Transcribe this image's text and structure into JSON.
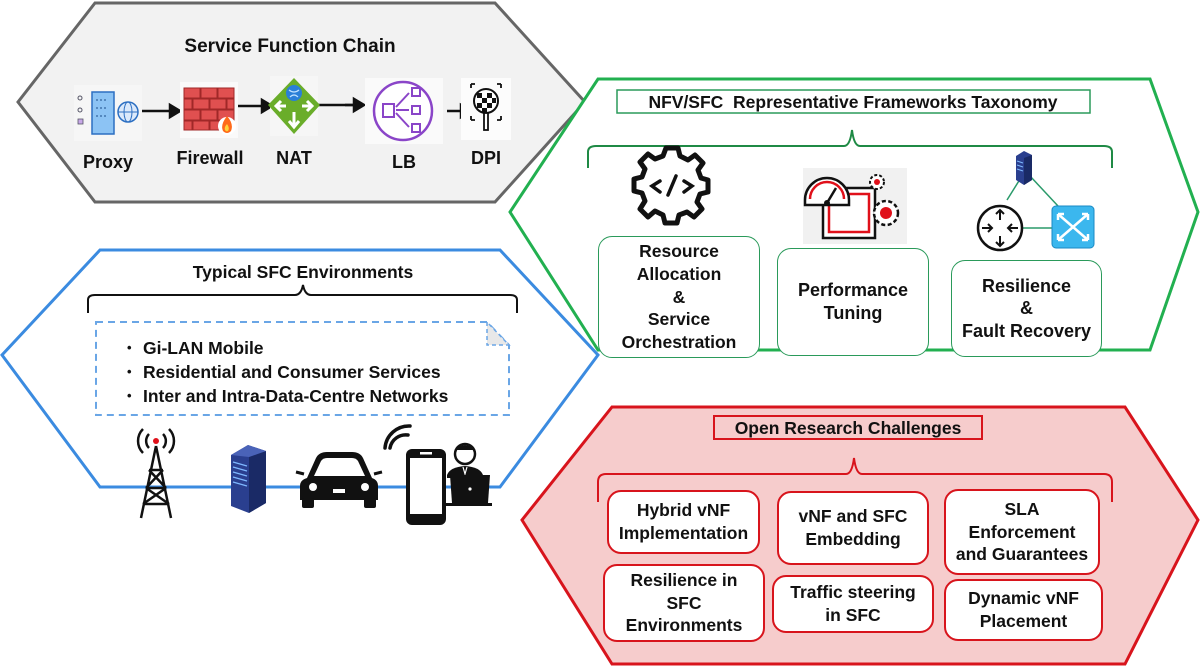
{
  "sfc_chain": {
    "title": "Service Function Chain",
    "functions": [
      {
        "label": "Proxy",
        "icon": "proxy-icon"
      },
      {
        "label": "Firewall",
        "icon": "firewall-icon"
      },
      {
        "label": "NAT",
        "icon": "nat-icon"
      },
      {
        "label": "LB",
        "icon": "load-balancer-icon"
      },
      {
        "label": "DPI",
        "icon": "deep-packet-inspection-icon"
      }
    ],
    "border_color": "#666666",
    "fill_color": "#f2f2f2"
  },
  "taxonomy": {
    "title": "NFV/SFC  Representative Frameworks Taxonomy",
    "categories": [
      {
        "label": "Resource\nAllocation\n&\nService\nOrchestration",
        "icon": "code-gear-icon"
      },
      {
        "label": "Performance\nTuning",
        "icon": "performance-gauge-icon"
      },
      {
        "label": "Resilience\n&\nFault Recovery",
        "icon": "network-topology-icon"
      }
    ],
    "border_color": "#22b050"
  },
  "environments": {
    "title": "Typical SFC Environments",
    "items": [
      "Gi-LAN Mobile",
      "Residential and Consumer Services",
      "Inter and Intra-Data-Centre Networks"
    ],
    "icons": [
      "cell-tower-icon",
      "server-icon",
      "car-icon",
      "mobile-user-icon"
    ],
    "border_color": "#3b8be0"
  },
  "challenges": {
    "title": "Open Research Challenges",
    "items": [
      "Hybrid vNF\nImplementation",
      "vNF and SFC\nEmbedding",
      "SLA\nEnforcement\nand Guarantees",
      "Resilience in\nSFC\nEnvironments",
      "Traffic steering\nin SFC",
      "Dynamic vNF\nPlacement"
    ],
    "border_color": "#d8141c",
    "fill_color": "#f6cccc"
  }
}
